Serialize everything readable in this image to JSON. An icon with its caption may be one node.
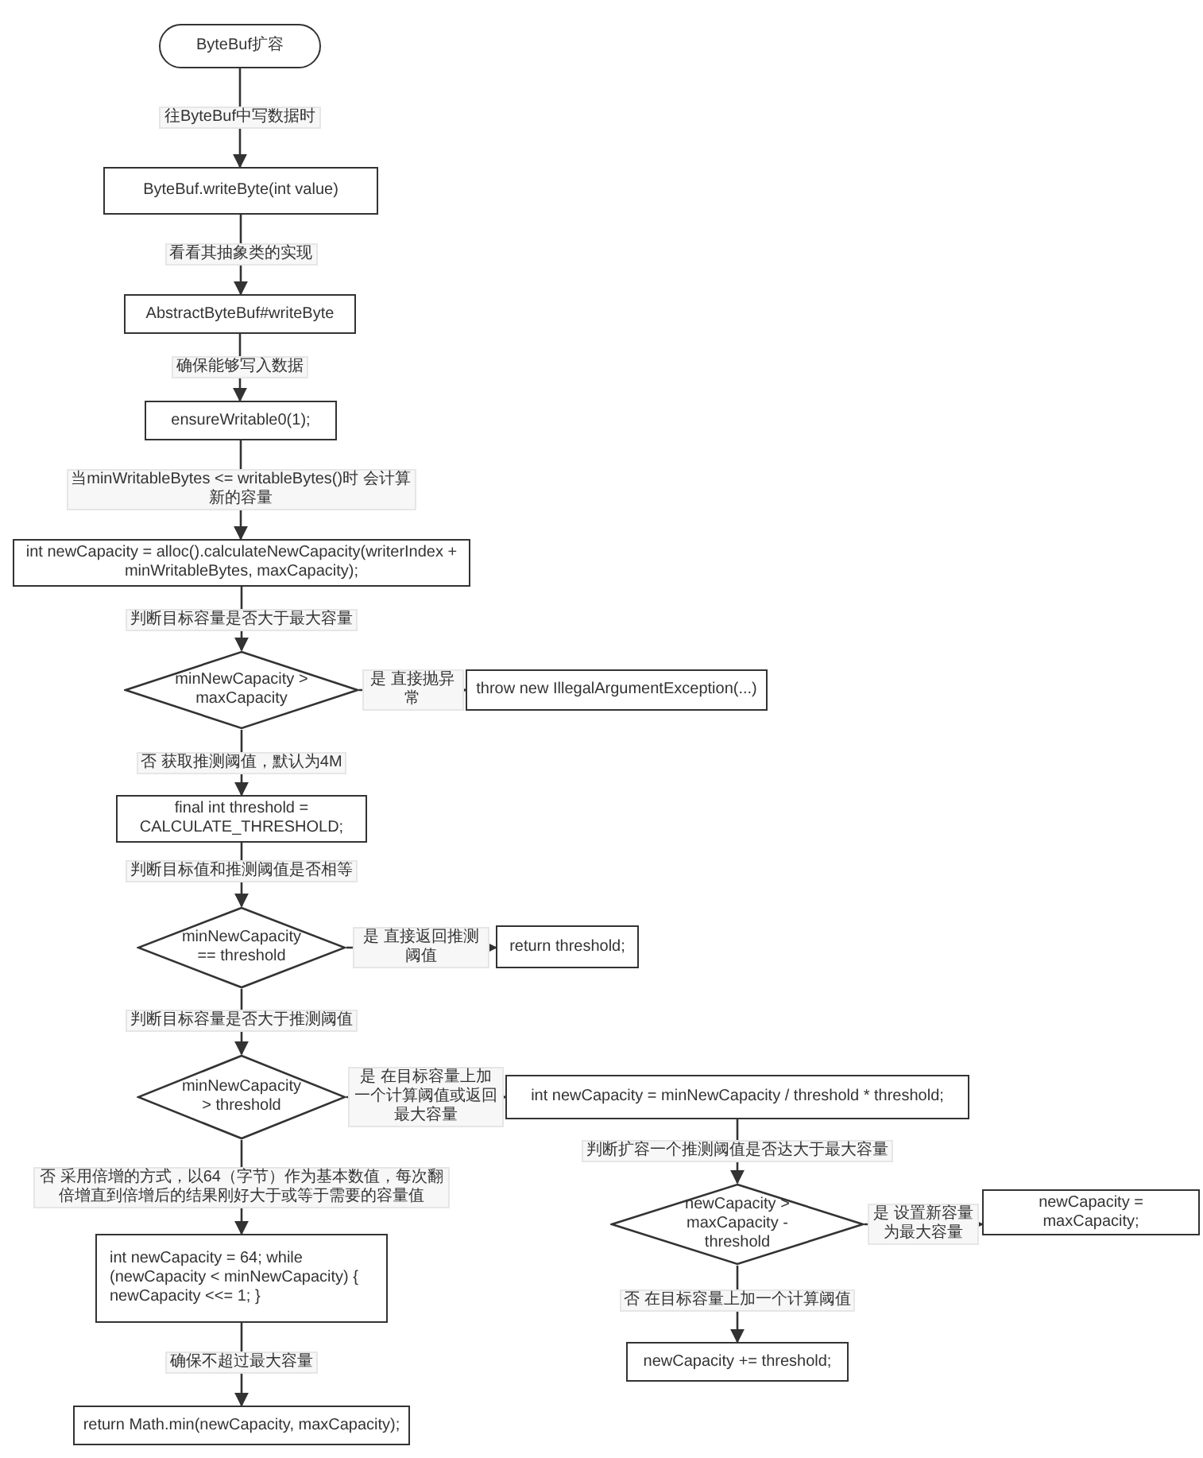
{
  "diagram": {
    "nodes": [
      {
        "text": [
          "ByteBuf扩容"
        ]
      },
      {
        "text": [
          "ByteBuf.writeByte(int value)"
        ]
      },
      {
        "text": [
          "AbstractByteBuf#writeByte"
        ]
      },
      {
        "text": [
          "ensureWritable0(1);"
        ]
      },
      {
        "text": [
          "int newCapacity = alloc().calculateNewCapacity(writerIndex + minWritableBytes, maxCapacity);"
        ]
      },
      {
        "text": [
          "minNewCapacity > maxCapacity"
        ]
      },
      {
        "text": [
          "throw new IllegalArgumentException(...)"
        ]
      },
      {
        "text": [
          "final int threshold = CALCULATE_THRESHOLD;"
        ]
      },
      {
        "text": [
          "minNewCapacity == threshold"
        ]
      },
      {
        "text": [
          "return threshold;"
        ]
      },
      {
        "text": [
          "minNewCapacity > threshold"
        ]
      },
      {
        "text": [
          "int newCapacity = minNewCapacity / threshold * threshold;"
        ]
      },
      {
        "text": [
          "newCapacity > maxCapacity - threshold"
        ]
      },
      {
        "text": [
          "newCapacity = maxCapacity;"
        ]
      },
      {
        "text": [
          "newCapacity += threshold;"
        ]
      },
      {
        "text": [
          "int newCapacity = 64; while (newCapacity < minNewCapacity) { newCapacity <<= 1; }"
        ]
      },
      {
        "text": [
          "return Math.min(newCapacity, maxCapacity);"
        ]
      }
    ],
    "edges": [
      {
        "from": 0,
        "to": 1,
        "arrow": "to",
        "label": "往ByteBuf中写数据时"
      },
      {
        "from": 1,
        "to": 2,
        "arrow": "to",
        "label": "看看其抽象类的实现"
      },
      {
        "from": 2,
        "to": 3,
        "arrow": "to",
        "label": "确保能够写入数据"
      },
      {
        "from": 3,
        "to": 4,
        "arrow": "to",
        "label": "当minWritableBytes <= writableBytes()时 会计算新的容量"
      },
      {
        "from": 4,
        "to": 5,
        "arrow": "to",
        "label": "判断目标容量是否大于最大容量"
      },
      {
        "from": 5,
        "to": 6,
        "arrow": "to",
        "label": "是 直接抛异常"
      },
      {
        "from": 5,
        "to": 7,
        "arrow": "to",
        "label": "否 获取推测阈值，默认为4M"
      },
      {
        "from": 7,
        "to": 8,
        "arrow": "to",
        "label": "判断目标值和推测阈值是否相等"
      },
      {
        "from": 8,
        "to": 9,
        "arrow": "to",
        "label": "是 直接返回推测阈值"
      },
      {
        "from": 8,
        "to": 10,
        "arrow": "to",
        "label": "判断目标容量是否大于推测阈值"
      },
      {
        "from": 10,
        "to": 11,
        "arrow": "to",
        "label": "是 在目标容量上加一个计算阈值或返回最大容量"
      },
      {
        "from": 10,
        "to": 15,
        "arrow": "to",
        "label": "否 采用倍增的方式，以64（字节）作为基本数值，每次翻倍增直到倍增后的结果刚好大于或等于需要的容量值"
      },
      {
        "from": 11,
        "to": 12,
        "arrow": "to",
        "label": "判断扩容一个推测阈值是否达大于最大容量"
      },
      {
        "from": 12,
        "to": 13,
        "arrow": "to",
        "label": "是 设置新容量为最大容量"
      },
      {
        "from": 12,
        "to": 14,
        "arrow": "to",
        "label": "否 在目标容量上加一个计算阈值"
      },
      {
        "from": 15,
        "to": 16,
        "arrow": "to",
        "label": "确保不超过最大容量"
      }
    ]
  }
}
